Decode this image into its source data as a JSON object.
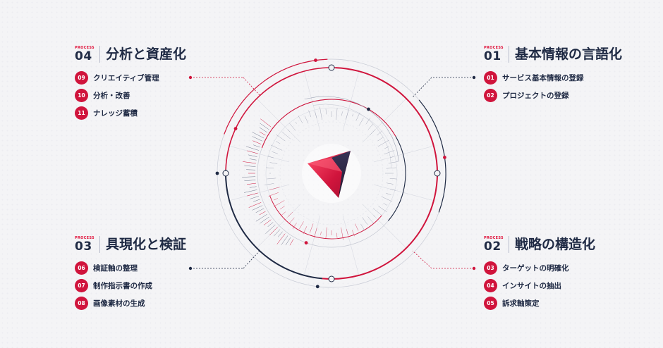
{
  "colors": {
    "accent": "#d0143c",
    "navy": "#1f2a44",
    "background": "#f4f4f6"
  },
  "process_label": "PROCESS",
  "processes": [
    {
      "number": "04",
      "title": "分析と資産化",
      "items": [
        {
          "num": "09",
          "label": "クリエイティブ管理"
        },
        {
          "num": "10",
          "label": "分析・改善"
        },
        {
          "num": "11",
          "label": "ナレッジ蓄積"
        }
      ]
    },
    {
      "number": "01",
      "title": "基本情報の言語化",
      "items": [
        {
          "num": "01",
          "label": "サービス基本情報の登録"
        },
        {
          "num": "02",
          "label": "プロジェクトの登録"
        }
      ]
    },
    {
      "number": "03",
      "title": "具現化と検証",
      "items": [
        {
          "num": "06",
          "label": "検証軸の整理"
        },
        {
          "num": "07",
          "label": "制作指示書の作成"
        },
        {
          "num": "08",
          "label": "画像素材の生成"
        }
      ]
    },
    {
      "number": "02",
      "title": "戦略の構造化",
      "items": [
        {
          "num": "03",
          "label": "ターゲットの明確化"
        },
        {
          "num": "04",
          "label": "インサイトの抽出"
        },
        {
          "num": "05",
          "label": "訴求軸策定"
        }
      ]
    }
  ],
  "center_icon": "red-navy-triangle-logo-icon"
}
